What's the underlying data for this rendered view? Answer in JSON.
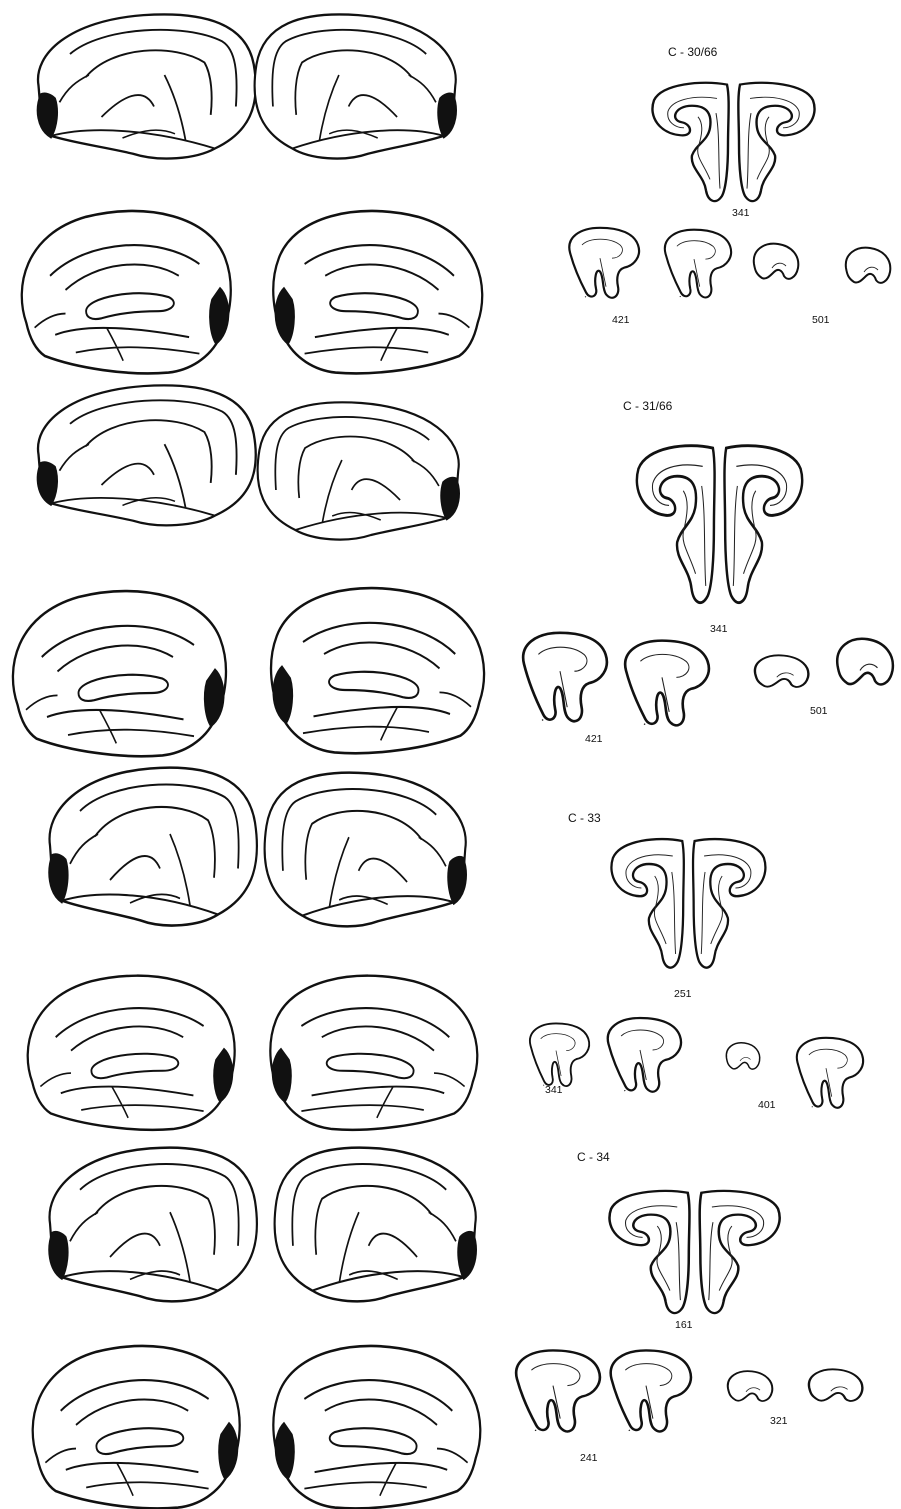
{
  "figure": {
    "cases": [
      {
        "id": "c30",
        "title": "C - 30/66",
        "section_labels": [
          "341",
          "421",
          "501"
        ]
      },
      {
        "id": "c31",
        "title": "C - 31/66",
        "section_labels": [
          "341",
          "421",
          "501"
        ]
      },
      {
        "id": "c33",
        "title": "C - 33",
        "section_labels": [
          "251",
          "341",
          "401"
        ]
      },
      {
        "id": "c34",
        "title": "C - 34",
        "section_labels": [
          "161",
          "241",
          "321"
        ]
      }
    ]
  }
}
